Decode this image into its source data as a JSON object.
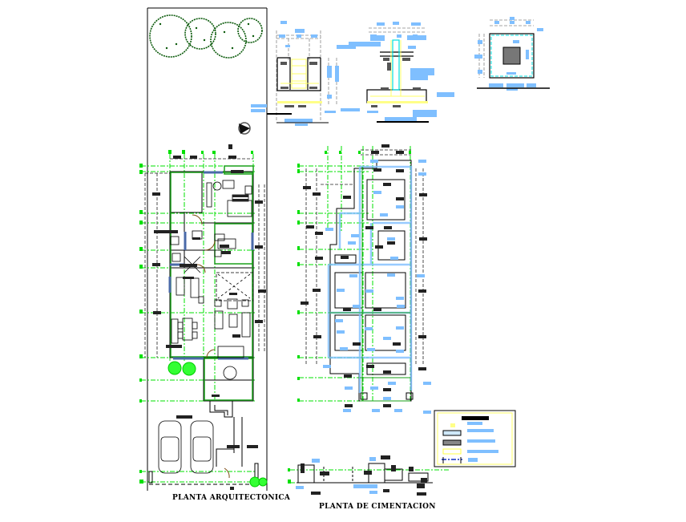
{
  "drawing": {
    "plans": [
      {
        "id": "architectural",
        "title": "PLANTA ARQUITECTONICA"
      },
      {
        "id": "foundation",
        "title": "PLANTA DE CIMENTACION"
      }
    ],
    "details": [
      {
        "id": "footing-section-1"
      },
      {
        "id": "footing-section-2"
      },
      {
        "id": "footing-plan-detail"
      }
    ],
    "legend": {
      "entries": [
        {
          "symbol": "hatch-light"
        },
        {
          "symbol": "hatch-dense"
        },
        {
          "symbol": "yellow-line"
        },
        {
          "symbol": "blue-dash-dot"
        }
      ]
    },
    "colors": {
      "axis_green": "#00e000",
      "wall_green": "#1aa01a",
      "label_blue": "#7fbfff",
      "label_black": "#222222",
      "tree_green": "#0b5a0b",
      "window_blue": "#4a6aa8",
      "rebar_yellow": "#ffff66",
      "hatch_cyan": "#00e0e0",
      "door_brown": "#7a4a10"
    }
  }
}
